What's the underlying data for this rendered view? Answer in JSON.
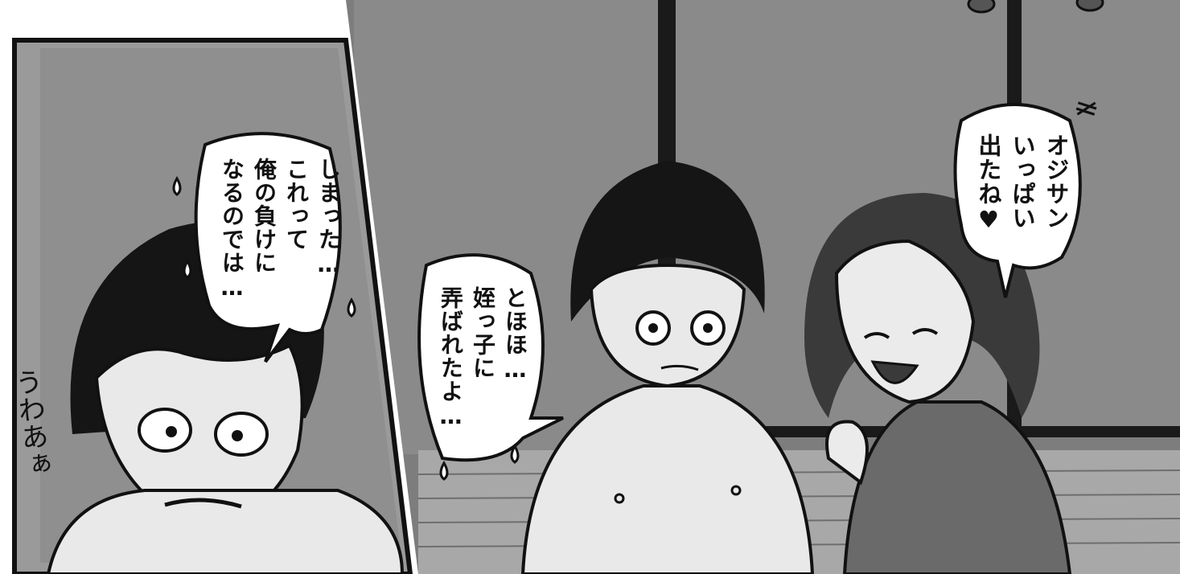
{
  "panel": {
    "bubble_left": [
      "しまった…",
      "これって",
      "俺の負けに",
      "なるのでは…"
    ],
    "bubble_middle": [
      "とほほ…",
      "姪っ子に",
      "弄ばれたよ…"
    ],
    "bubble_right": [
      "オジサン",
      "いっぱい",
      "出たね♥"
    ],
    "sfx_uwaa": "うわあぁ",
    "sfx_anger": "≠"
  },
  "colors": {
    "ink": "#111111",
    "wall": "#7d7d7d",
    "wall_dark": "#5f5f5f",
    "skin": "#e9e9e9",
    "paper": "#ffffff"
  }
}
